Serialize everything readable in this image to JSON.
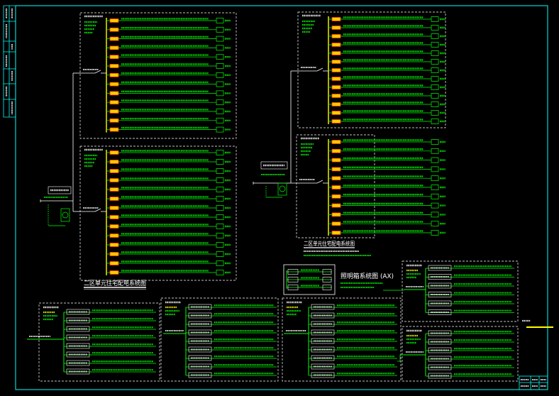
{
  "drawing": {
    "left_diagram_title": "二区单元住宅配电系统图",
    "right_diagram_title": "二区单元住宅配电系统图",
    "ax_panel_title": "照明箱系统图 (AX)"
  },
  "colors": {
    "background": "#000000",
    "frame": "#00ffff",
    "wire": "#00ff00",
    "bus": "#ffff00",
    "breaker_fill": "#ffcc00",
    "breaker_edge": "#ff3300",
    "outline": "#ffffff"
  }
}
